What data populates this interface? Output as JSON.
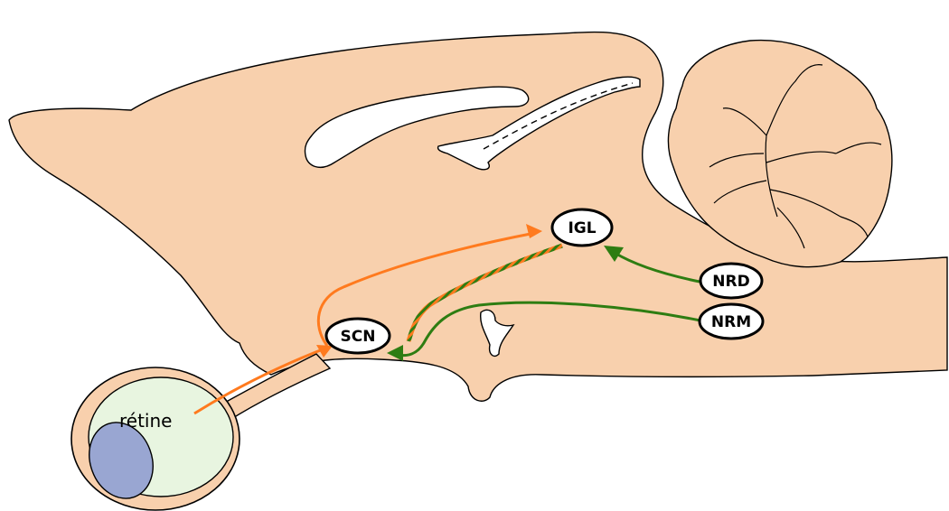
{
  "colors": {
    "tissue": "#f8d0ad",
    "outline": "#000000",
    "retina_fill": "#e8f5e0",
    "lens_fill": "#99a6d2",
    "retinal_pathway": "#ff7a1e",
    "raphe_pathway": "#2e7d12",
    "background": "#ffffff"
  },
  "labels": {
    "igl": "IGL",
    "scn": "SCN",
    "nrd": "NRD",
    "nrm": "NRM",
    "retina": "rétine"
  }
}
